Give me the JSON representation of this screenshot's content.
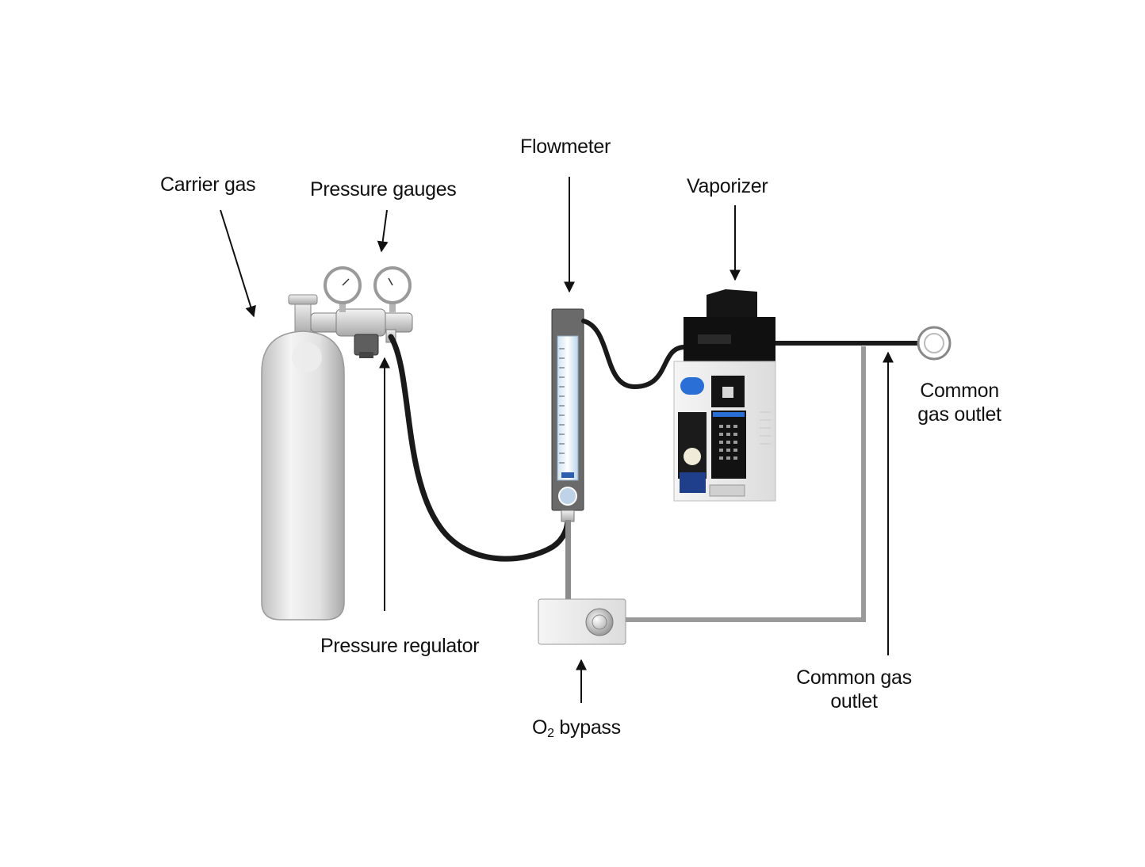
{
  "labels": {
    "carrier_gas": "Carrier gas",
    "pressure_gauges": "Pressure gauges",
    "flowmeter": "Flowmeter",
    "vaporizer": "Vaporizer",
    "common_gas_outlet_right_line1": "Common",
    "common_gas_outlet_right_line2": "gas outlet",
    "pressure_regulator": "Pressure regulator",
    "o2_bypass_prefix": "O",
    "o2_bypass_sub": "2",
    "o2_bypass_suffix": " bypass",
    "common_gas_outlet_bottom_line1": "Common gas",
    "common_gas_outlet_bottom_line2": "outlet"
  },
  "colors": {
    "text": "#111111",
    "hose": "#1a1a1a",
    "bypass_pipe": "#9a9a9a",
    "vaporizer_accent": "#2a6fd6"
  }
}
